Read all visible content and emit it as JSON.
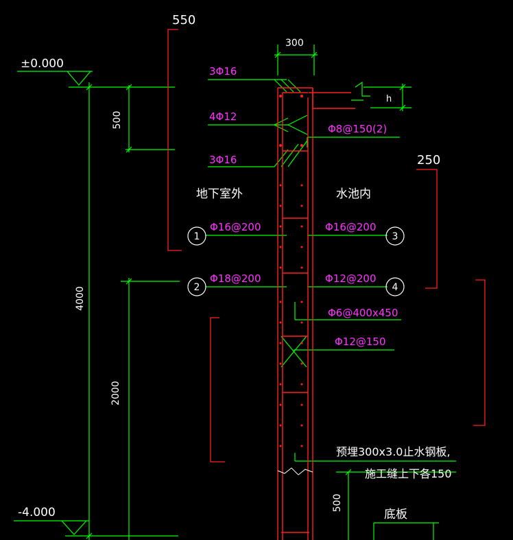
{
  "colors": {
    "background": "#000000",
    "dimension": "#00ff00",
    "concrete": "#ff2020",
    "rebar": "#ff33ff",
    "text": "#ffffff",
    "bracket": "#ff2020"
  },
  "elevations": {
    "top": "±0.000",
    "bottom": "-4.000"
  },
  "dimensions": {
    "wall_thickness": "300",
    "top_zone": "500",
    "total_height": "4000",
    "lower_zone": "2000",
    "base_zone": "500",
    "outer_bracket": "550",
    "inner_bracket": "250"
  },
  "labels": {
    "outside": "地下室外",
    "inside": "水池内",
    "waterstop_line1": "预埋300x3.0止水钢板,",
    "waterstop_line2": "施工缝上下各150",
    "base_slab": "底板",
    "h_marker": "h"
  },
  "rebar": {
    "top_bars": "3Φ16",
    "middle_bars": "4Φ12",
    "lower_bars": "3Φ16",
    "stirrup": "Φ8@150(2)",
    "outer_vertical": "Φ16@200",
    "outer_horizontal": "Φ18@200",
    "inner_vertical": "Φ16@200",
    "inner_horizontal": "Φ12@200",
    "tie_bars": "Φ6@400x450",
    "cross_bars": "Φ12@150"
  },
  "markers": [
    "1",
    "2",
    "3",
    "4"
  ]
}
